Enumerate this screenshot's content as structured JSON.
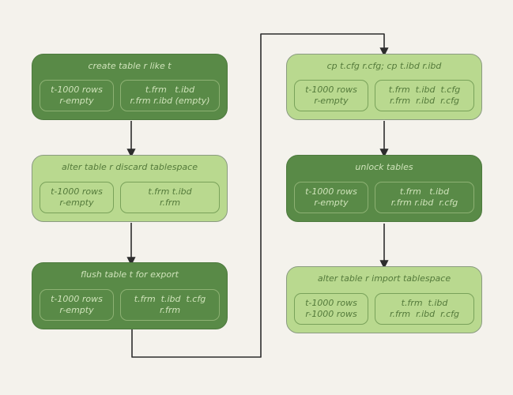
{
  "colors": {
    "background": "#f4f2ec",
    "dark_box_fill": "#598a47",
    "light_box_fill": "#b9d98f",
    "dark_box_text": "#cfe3ba",
    "light_box_text": "#547a3b",
    "arrow": "#2d2d2d"
  },
  "boxes": [
    {
      "variant": "dark",
      "title": "create table r like t",
      "state": [
        "t-1000 rows",
        "r-empty"
      ],
      "files": [
        "t.frm   t.ibd",
        "r.frm r.ibd (empty)"
      ]
    },
    {
      "variant": "light",
      "title": "cp t.cfg r.cfg; cp t.ibd r.ibd",
      "state": [
        "t-1000 rows",
        "r-empty"
      ],
      "files": [
        "t.frm  t.ibd  t.cfg",
        "r.frm  r.ibd  r.cfg"
      ]
    },
    {
      "variant": "light",
      "title": "alter table r discard tablespace",
      "state": [
        "t-1000 rows",
        "r-empty"
      ],
      "files": [
        "t.frm t.ibd",
        "r.frm"
      ]
    },
    {
      "variant": "dark",
      "title": "unlock tables",
      "state": [
        "t-1000 rows",
        "r-empty"
      ],
      "files": [
        "t.frm   t.ibd",
        "r.frm r.ibd  r.cfg"
      ]
    },
    {
      "variant": "dark",
      "title": "flush table t for export",
      "state": [
        "t-1000 rows",
        "r-empty"
      ],
      "files": [
        "t.frm  t.ibd  t.cfg",
        "r.frm"
      ]
    },
    {
      "variant": "light",
      "title": "alter table r import tablespace",
      "state": [
        "t-1000 rows",
        "r-1000 rows"
      ],
      "files": [
        "t.frm  t.ibd",
        "r.frm  r.ibd  r.cfg"
      ]
    }
  ]
}
